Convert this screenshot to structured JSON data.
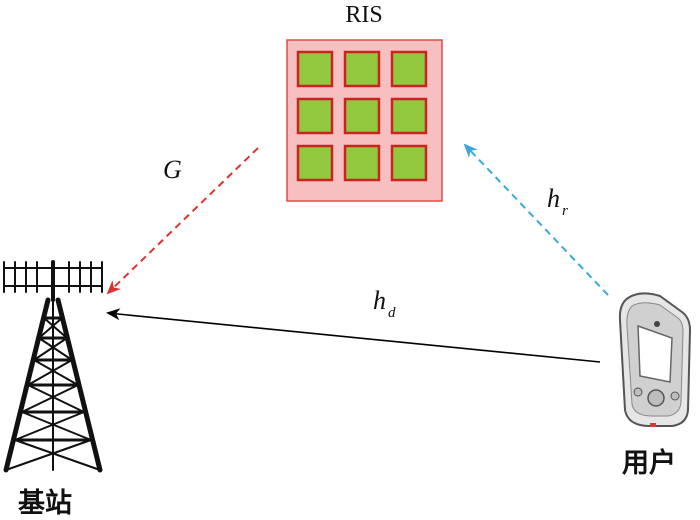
{
  "ris": {
    "label": "RIS",
    "panel_color": "#f7c0c0",
    "border_color": "#e04a4a",
    "element_color": "#92c83e",
    "element_border": "#cc2222"
  },
  "base_station": {
    "label": "基站"
  },
  "user": {
    "label": "用户"
  },
  "links": {
    "g": {
      "symbol": "G",
      "color": "#e0322d"
    },
    "hr": {
      "symbol": "h",
      "subscript": "r",
      "color": "#3aa7df"
    },
    "hd": {
      "symbol": "h",
      "subscript": "d",
      "color": "#000000"
    }
  }
}
